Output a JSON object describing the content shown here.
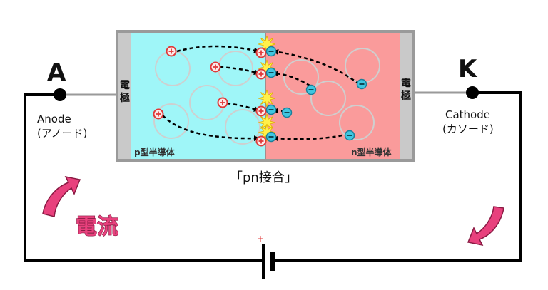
{
  "terminals": {
    "anode": {
      "letter": "A",
      "name": "Anode",
      "kana": "(アノード)"
    },
    "cathode": {
      "letter": "K",
      "name": "Cathode",
      "kana": "(カソード)"
    }
  },
  "electrode": {
    "line1": "電",
    "line2": "極"
  },
  "regions": {
    "p_label": "p型半導体",
    "n_label": "n型半導体"
  },
  "junction_label": "「pn接合」",
  "current_label": "電流",
  "battery": {
    "plus_sign": "+"
  },
  "colors": {
    "p_region": "#9ff6f8",
    "n_region": "#fa9b9b",
    "electrode": "#c0c0c0",
    "hole": "#e03a3a",
    "electron": "#3fc6e0",
    "spark": "#fff04a",
    "current_arrow": "#e8417d"
  },
  "icons": {
    "hole": "plus-circle-icon",
    "electron": "minus-circle-icon",
    "spark": "spark-icon",
    "current_arrow": "curved-arrow-icon"
  }
}
